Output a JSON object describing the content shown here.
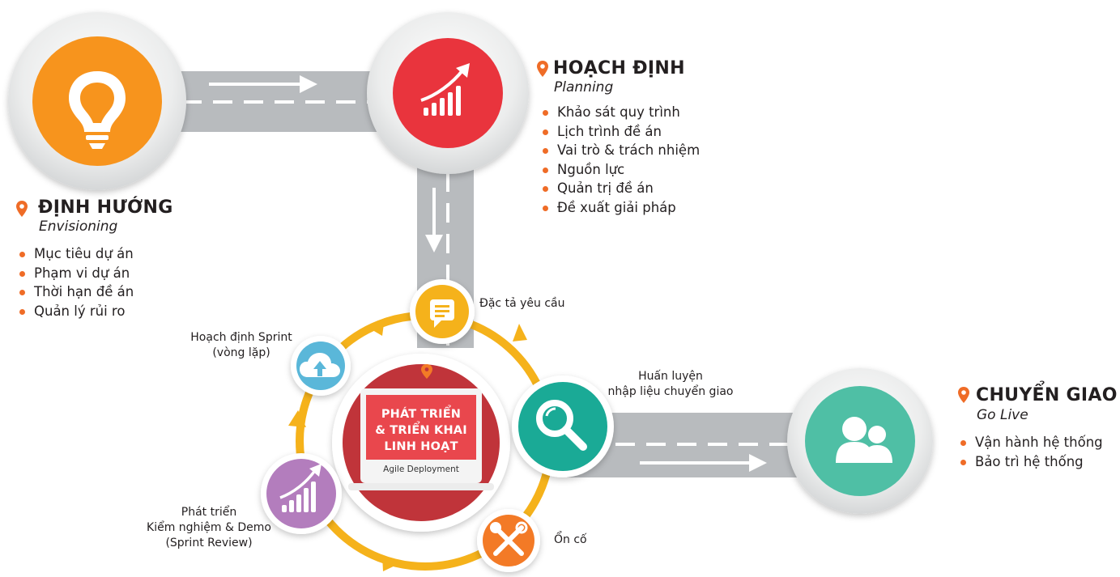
{
  "stages": {
    "envisioning": {
      "title": "ĐỊNH HƯỚNG",
      "subtitle": "Envisioning",
      "items": [
        "Mục tiêu dự án",
        "Phạm vi dự án",
        "Thời hạn đề án",
        "Quản lý rủi ro"
      ],
      "color": "#f7941d",
      "icon": "lightbulb-icon"
    },
    "planning": {
      "title": "HOẠCH ĐỊNH",
      "subtitle": "Planning",
      "items": [
        "Khảo sát quy trình",
        "Lịch trình đề án",
        "Vai trò & trách nhiệm",
        "Nguồn lực",
        "Quản trị đề án",
        "Đề xuất giải pháp"
      ],
      "color": "#e9343d",
      "icon": "growth-chart-icon"
    },
    "golive": {
      "title": "CHUYỂN GIAO",
      "subtitle": "Go Live",
      "items": [
        "Vận hành hệ thống",
        "Bảo trì hệ thống"
      ],
      "color": "#4fbfa5",
      "icon": "users-icon"
    }
  },
  "agile": {
    "title_lines": [
      "PHÁT TRIỂN",
      "& TRIỂN KHAI",
      "LINH HOẠT"
    ],
    "subtitle": "Agile Deployment",
    "color": "#c0343a",
    "steps": {
      "requirements": {
        "label": "Đặc tả yêu cầu",
        "color": "#f5b21b",
        "icon": "document-icon"
      },
      "sprint_planning": {
        "lines": [
          "Hoạch định Sprint",
          "(vòng lặp)"
        ],
        "color": "#5ab7d9",
        "icon": "cloud-upload-icon"
      },
      "training": {
        "lines": [
          "Huấn luyện",
          "nhập liệu chuyển giao"
        ],
        "color": "#1aaa96",
        "icon": "magnifier-icon"
      },
      "stabilize": {
        "label": "Ổn cố",
        "color": "#f37a26",
        "icon": "tools-icon"
      },
      "develop": {
        "lines": [
          "Phát triển",
          "Kiểm nghiệm & Demo",
          "(Sprint Review)"
        ],
        "color": "#b37dbd",
        "icon": "bar-chart-icon"
      }
    }
  },
  "colors": {
    "road": "#b8bbbe",
    "pin": "#ef6c27",
    "cycle": "#f5b21b"
  }
}
